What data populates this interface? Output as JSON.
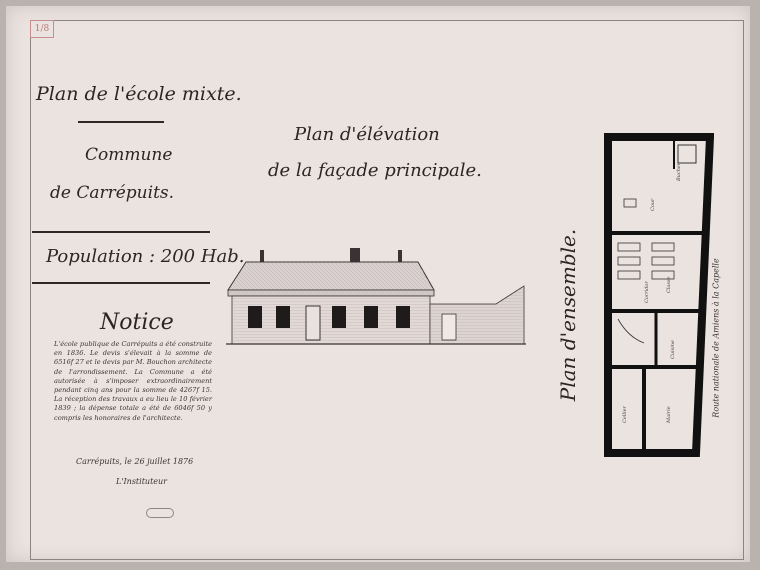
{
  "stamp": "1/8",
  "title": "Plan de l'école mixte.",
  "commune": {
    "line1": "Commune",
    "line2": "de Carrépuits."
  },
  "population": "Population : 200 Hab.",
  "notice": {
    "title": "Notice",
    "text": "L'école publique de Carrépuits a été construite en 1836. Le devis s'élevait à la somme de 6516f 27 et le devis par M. Bouchon architecte de l'arrondissement. La Commune a été autorisée à s'imposer extraordinairement pendant cinq ans pour la somme de 4267f 15. La réception des travaux a eu lieu le 10 février 1839 ; la dépense totale a été de 6046f 50 y compris les honoraires de l'architecte.",
    "date": "Carrépuits, le 26 juillet 1876",
    "signature_label": "L'Instituteur"
  },
  "elevation": {
    "title_line1": "Plan d'élévation",
    "title_line2": "de la façade principale."
  },
  "plan": {
    "title": "Plan d'ensemble.",
    "route": "Route nationale de Amiens à la Capelle",
    "rooms": [
      "Bucher",
      "Cour",
      "Corridor",
      "Classe",
      "Cuisine",
      "Cellier",
      "Mairie"
    ]
  }
}
